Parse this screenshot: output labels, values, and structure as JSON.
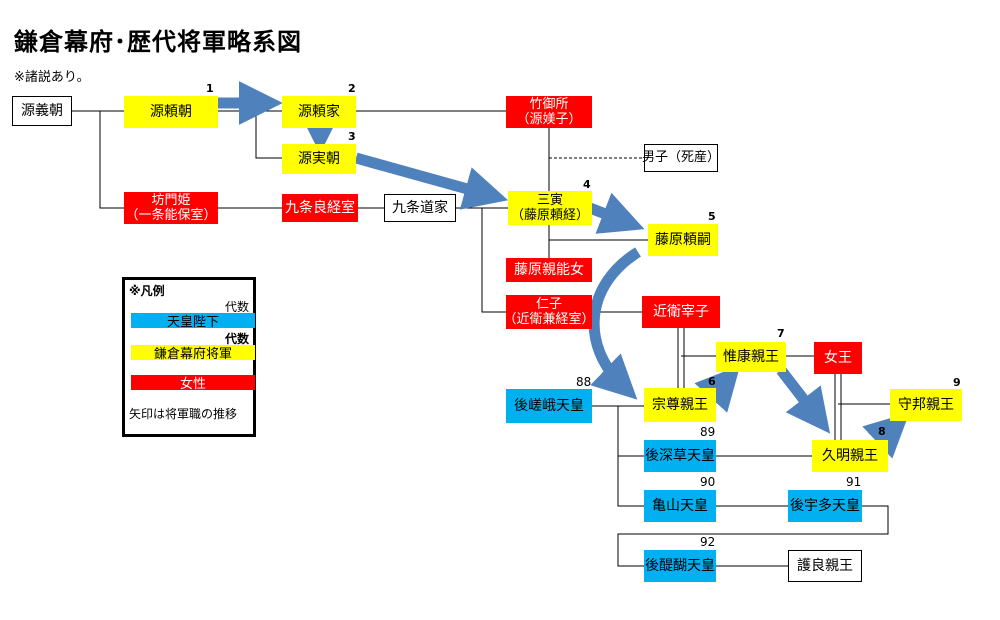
{
  "title": "鎌倉幕府･歴代将軍略系図",
  "note": "※諸説あり。",
  "nodes": {
    "yoshitomo": "源義朝",
    "yoritomo": "源頼朝",
    "yoriie": "源頼家",
    "sanetomo": "源実朝",
    "take_l1": "竹御所",
    "take_l2": "（源媄子）",
    "danshi": "男子（死産）",
    "bomon_l1": "坊門姫",
    "bomon_l2": "（一条能保室）",
    "kujo_yoshitsune": "九条良経室",
    "kujo_michiie": "九条道家",
    "mitora_l1": "三寅",
    "mitora_l2": "（藤原頼経）",
    "yoritsugu": "藤原頼嗣",
    "chikayoshi_jo": "藤原親能女",
    "jinshi_l1": "仁子",
    "jinshi_l2": "（近衛兼経室）",
    "konoe_saishi": "近衛宰子",
    "koreyasu": "惟康親王",
    "nyoo": "女王",
    "saga": "後嵯峨天皇",
    "munetaka": "宗尊親王",
    "morikuni": "守邦親王",
    "fukakusa": "後深草天皇",
    "hisaaki": "久明親王",
    "kameyama": "亀山天皇",
    "uda": "後宇多天皇",
    "daigo": "後醍醐天皇",
    "moriyoshi": "護良親王"
  },
  "numbers": {
    "yoritomo": "1",
    "yoriie": "2",
    "sanetomo": "3",
    "mitora": "4",
    "yoritsugu": "5",
    "munetaka": "6",
    "koreyasu": "7",
    "hisaaki": "8",
    "morikuni": "9",
    "saga": "88",
    "fukakusa": "89",
    "kameyama": "90",
    "uda": "91",
    "daigo": "92"
  },
  "legend": {
    "heading": "※凡例",
    "dai1": "代数",
    "emperor": "天皇陛下",
    "dai2": "代数",
    "shogun": "鎌倉幕府将軍",
    "female": "女性",
    "arrow_note": "矢印は将軍職の推移"
  },
  "colors": {
    "shogun": "#ffff00",
    "female": "#ff0000",
    "emperor": "#00b0f0",
    "arrow": "#4f81bd"
  }
}
